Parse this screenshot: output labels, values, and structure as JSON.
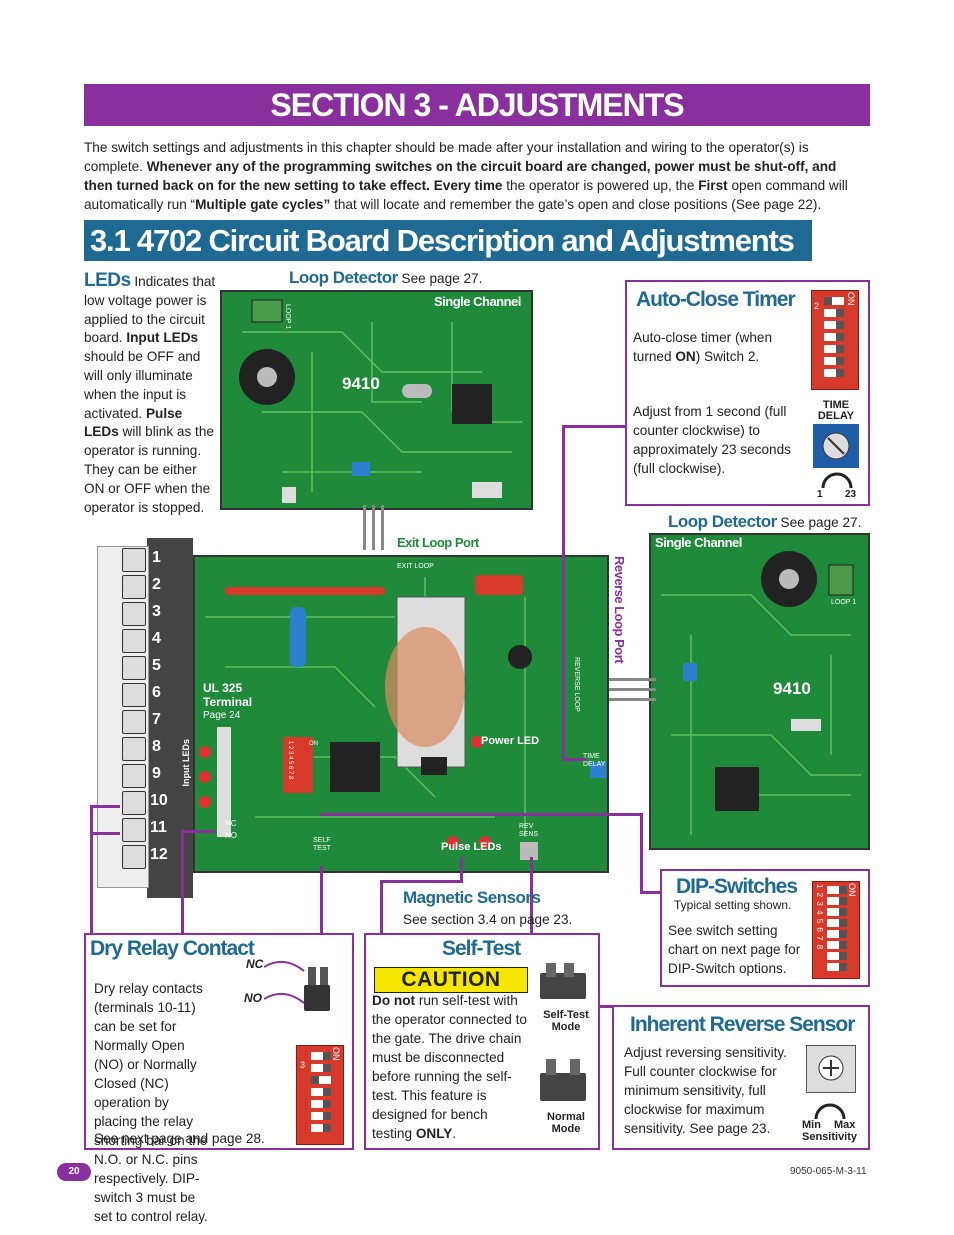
{
  "page": {
    "section_banner": "SECTION 3 - ADJUSTMENTS",
    "intro": {
      "p1": "The switch settings and adjustments in this chapter should be made after your installation and wiring to the operator(s) is complete. ",
      "p2_bold": "Whenever any of the programming switches on the circuit board are changed, power must be shut-off, and then turned back on for the new setting to take effect. Every time",
      "p3": " the operator is powered up, the ",
      "p4_bold": "First",
      "p5": " open command will automatically run “",
      "p6_bold": "Multiple gate cycles”",
      "p7": " that will locate and remember the gate’s open and close positions (See page 22)."
    },
    "subsection_title": "3.1 4702 Circuit Board Description and Adjustments",
    "leds": {
      "title": "LEDs",
      "t1": " Indicates that low voltage power is applied to the circuit board. ",
      "t2_bold": "Input LEDs",
      "t3": " should be OFF and will only illuminate when the input is activated. ",
      "t4_bold": "Pulse LEDs",
      "t5": " will blink as the operator is running. They can be either ON or OFF when the operator is stopped."
    },
    "loop_detector_top": {
      "title": "Loop Detector",
      "ref": " See page 27.",
      "channel": "Single Channel",
      "model": "9410",
      "loop": "LOOP 1"
    },
    "auto_close": {
      "title": "Auto-Close Timer",
      "t1": "Auto-close timer (when turned ",
      "t1_bold": "ON",
      "t2": ") Switch 2.",
      "t3": "Adjust from 1 second (full counter clockwise) to approximately 23 seconds (full clockwise).",
      "dip_on": "ON",
      "dip_num": "2",
      "time_delay": "TIME DELAY",
      "scale_min": "1",
      "scale_max": "23"
    },
    "loop_detector_right": {
      "title": "Loop Detector",
      "ref": " See page 27.",
      "channel": "Single Channel",
      "model": "9410",
      "loop": "LOOP 1"
    },
    "main_board": {
      "exit_loop_port": "Exit Loop Port",
      "exit_loop": "EXIT LOOP",
      "reverse_loop_port": "Reverse Loop Port",
      "reverse_loop": "REVERSE LOOP",
      "ul_terminal_1": "UL 325",
      "ul_terminal_2": "Terminal",
      "ul_terminal_page": "Page 24",
      "input_leds": "Input LEDs",
      "power_led": "Power LED",
      "pulse_leds": "Pulse LEDs",
      "time_delay": "TIME DELAY",
      "nc": "NC",
      "no": "NO",
      "self_test": "SELF TEST",
      "rev_sens": "REV SENS",
      "dip_on": "ON",
      "dip_nums": "1 2 3 4 5 6 7 8"
    },
    "terminals": [
      "1",
      "2",
      "3",
      "4",
      "5",
      "6",
      "7",
      "8",
      "9",
      "10",
      "11",
      "12"
    ],
    "magnetic_sensors": {
      "title": "Magnetic Sensors",
      "ref": "See section 3.4 on page 23."
    },
    "dip_switches": {
      "title": "DIP-Switches",
      "subtitle": "Typical setting shown.",
      "text": "See switch setting chart on next page for DIP-Switch options.",
      "on": "ON",
      "nums": "1 2 3 4 5 6 7 8"
    },
    "dry_relay": {
      "title": "Dry Relay Contact",
      "nc": "NC",
      "no": "NO",
      "text": "Dry relay contacts (terminals 10-11) can be set for Normally Open (NO) or Normally Closed (NC) operation by placing the relay shorting bar on the N.O. or N.C. pins respectively. DIP-switch 3 must be set to control relay.",
      "ref": "See next page and page 28.",
      "dip_on": "ON",
      "dip_num": "3"
    },
    "self_test": {
      "title": "Self-Test",
      "caution": "CAUTION",
      "t1_bold": "Do not",
      "t2": " run self-test with the operator connected to the gate. The drive chain must be disconnected before running the self-test. This feature is designed for bench testing ",
      "t3_bold": "ONLY",
      "t4": ".",
      "mode1": "Self-Test Mode",
      "mode2": "Normal Mode"
    },
    "inherent_reverse": {
      "title": "Inherent Reverse Sensor",
      "text": "Adjust reversing sensitivity. Full counter clockwise for minimum sensitivity, full clockwise for maximum sensitivity. See page 23.",
      "min": "Min",
      "max": "Max",
      "sensitivity": "Sensitivity"
    },
    "footer": {
      "page_number": "20",
      "doc_code": "9050-065-M-3-11"
    },
    "colors": {
      "purple": "#8a2f9e",
      "blue": "#1e6a93",
      "pcb_green": "#1f8a3a",
      "dip_red": "#d73a2a",
      "caution_yellow": "#f7e600"
    }
  }
}
